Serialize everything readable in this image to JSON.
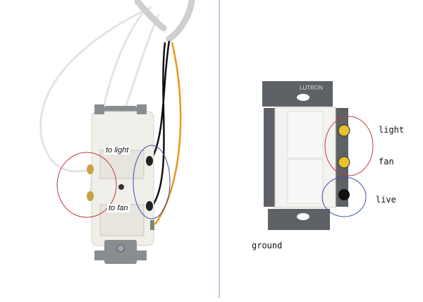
{
  "left_switch": {
    "labels": {
      "top": "to light",
      "bottom": "to fan"
    }
  },
  "right_switch": {
    "labels": {
      "light": "light",
      "fan": "fan",
      "live": "live",
      "ground": "ground"
    },
    "brand": "LUTRON"
  },
  "colors": {
    "red_circle": "#c0393b",
    "blue_circle": "#3b4fb0",
    "divider": "#7d93c7",
    "orange_wire": "#e8961e",
    "brass": "#c8a24a",
    "yellow_screw": "#e8c12c"
  }
}
